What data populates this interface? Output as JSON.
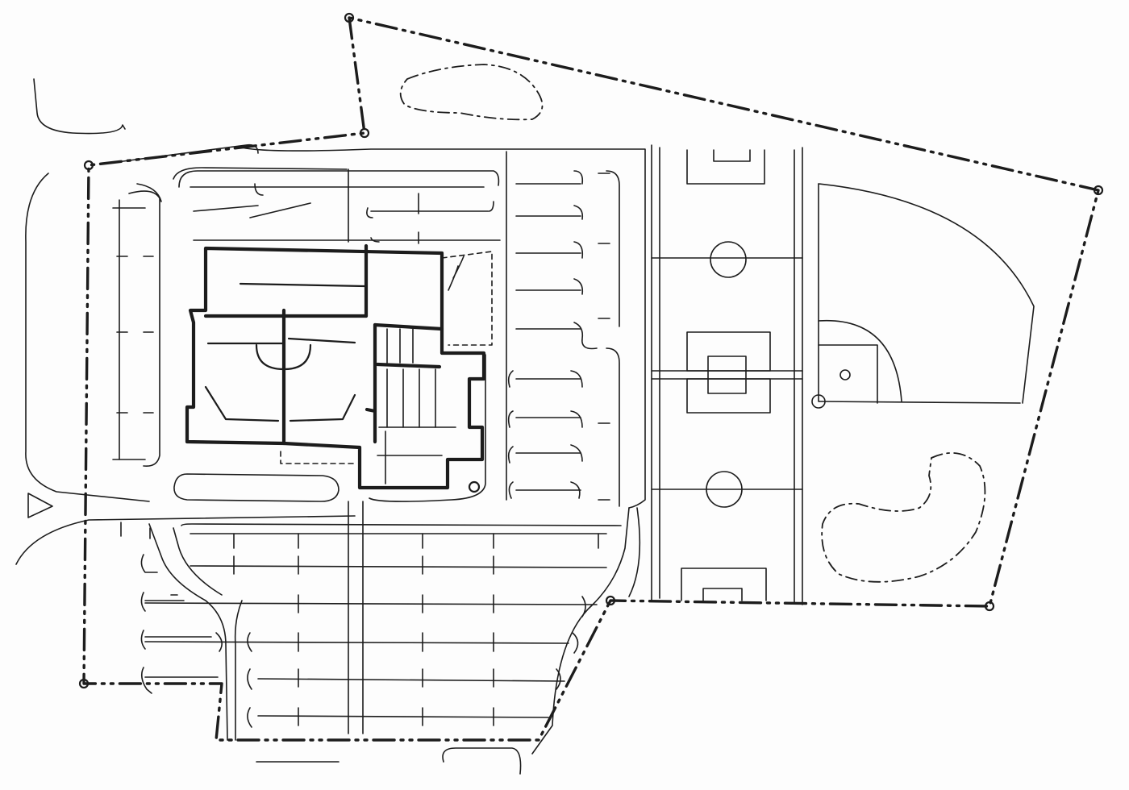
{
  "drawing": {
    "kind": "hand-drawn site plan sketch",
    "ink_color": "#1c1c1c",
    "paper_color": "#fdfdfd",
    "elements": [
      "property-boundary",
      "school-building",
      "gymnasium",
      "parking-lots",
      "soccer-fields",
      "baseball-diamond",
      "ponds",
      "access-roads"
    ]
  }
}
